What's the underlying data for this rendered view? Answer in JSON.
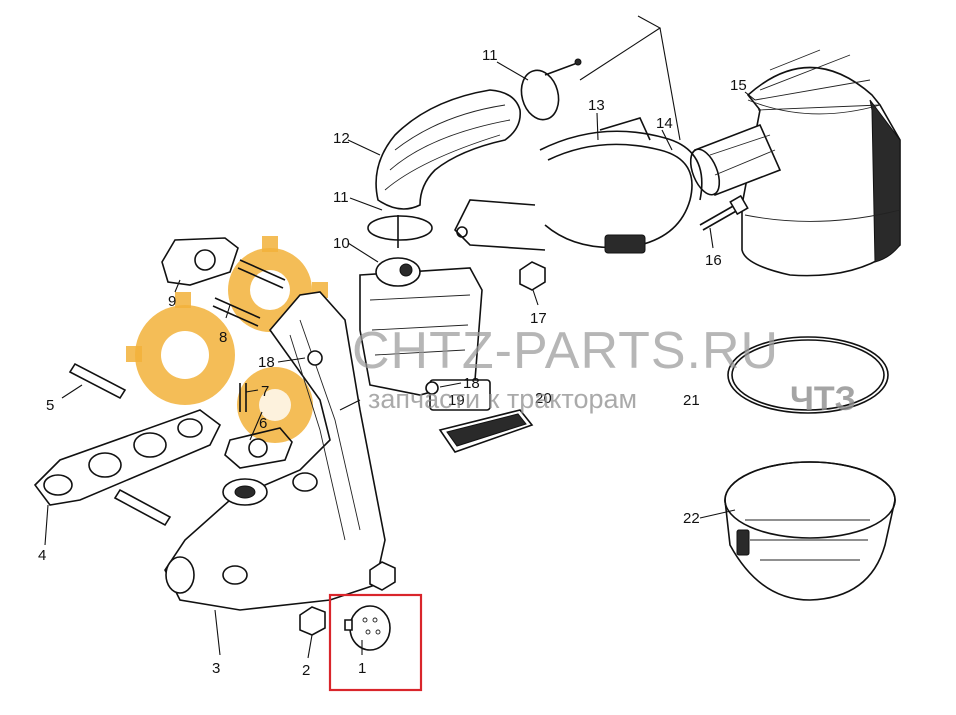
{
  "diagram": {
    "callout_labels": [
      "1",
      "2",
      "3",
      "4",
      "5",
      "6",
      "7",
      "8",
      "9",
      "10",
      "11",
      "11",
      "12",
      "13",
      "14",
      "15",
      "16",
      "17",
      "18",
      "18",
      "19",
      "20",
      "21",
      "22"
    ],
    "highlighted_part": "1",
    "highlight_color": "#d9252b"
  },
  "watermark": {
    "site": "CHTZ-PARTS.RU",
    "tagline": "запчасти к тракторам",
    "brand": "ЧТЗ",
    "logo": "gear-logo",
    "logo_color": "#f2b23a"
  }
}
